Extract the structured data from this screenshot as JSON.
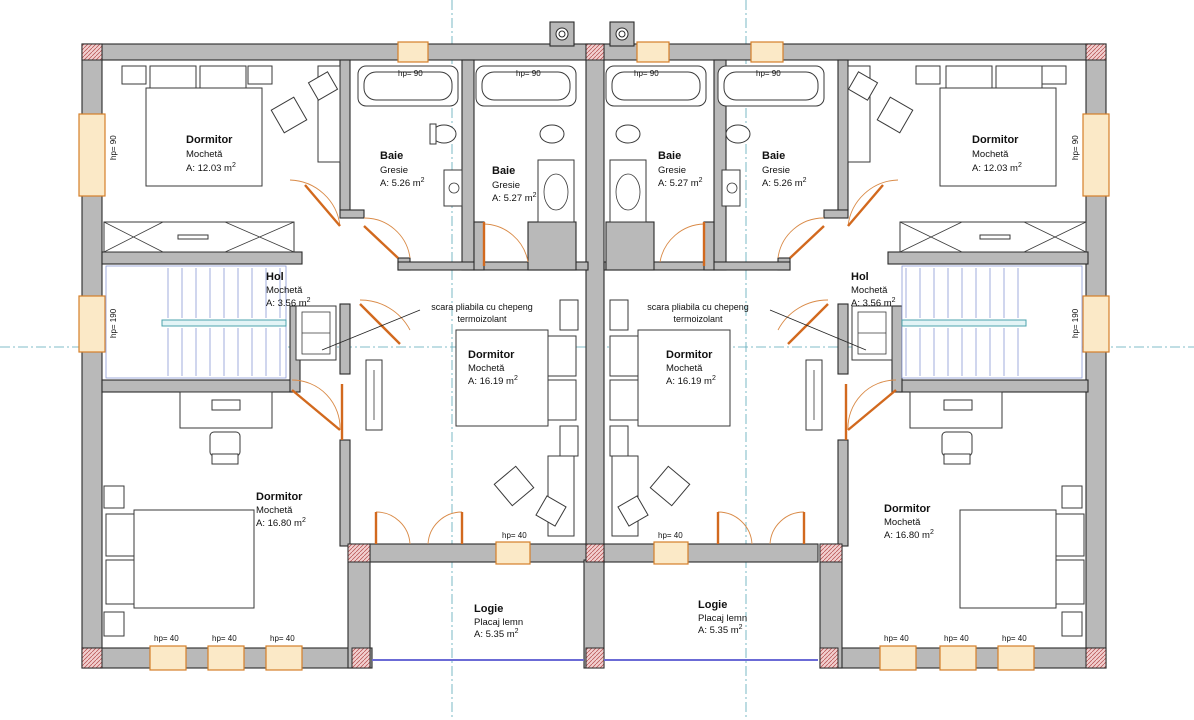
{
  "rooms": {
    "dormitor_nw": {
      "name": "Dormitor",
      "finish": "Mochetă",
      "area": "A: 12.03 m"
    },
    "baie_1": {
      "name": "Baie",
      "finish": "Gresie",
      "area": "A: 5.26 m"
    },
    "baie_2": {
      "name": "Baie",
      "finish": "Gresie",
      "area": "A: 5.27 m"
    },
    "baie_3": {
      "name": "Baie",
      "finish": "Gresie",
      "area": "A: 5.27 m"
    },
    "baie_4": {
      "name": "Baie",
      "finish": "Gresie",
      "area": "A: 5.26 m"
    },
    "dormitor_ne": {
      "name": "Dormitor",
      "finish": "Mochetă",
      "area": "A: 12.03 m"
    },
    "hol_w": {
      "name": "Hol",
      "finish": "Mochetă",
      "area": "A: 3.56 m"
    },
    "hol_e": {
      "name": "Hol",
      "finish": "Mochetă",
      "area": "A: 3.56 m"
    },
    "dormitor_cw": {
      "name": "Dormitor",
      "finish": "Mochetă",
      "area": "A: 16.19 m"
    },
    "dormitor_ce": {
      "name": "Dormitor",
      "finish": "Mochetă",
      "area": "A: 16.19 m"
    },
    "dormitor_sw": {
      "name": "Dormitor",
      "finish": "Mochetă",
      "area": "A: 16.80 m"
    },
    "dormitor_se": {
      "name": "Dormitor",
      "finish": "Mochetă",
      "area": "A: 16.80 m"
    },
    "logie_w": {
      "name": "Logie",
      "finish": "Placaj lemn",
      "area": "A: 5.35 m"
    },
    "logie_e": {
      "name": "Logie",
      "finish": "Placaj lemn",
      "area": "A: 5.35 m"
    }
  },
  "superscript": "2",
  "notes": {
    "stair_w_line1": "scara pliabila cu chepeng",
    "stair_w_line2": "termoizolant",
    "stair_e_line1": "scara pliabila cu chepeng",
    "stair_e_line2": "termoizolant"
  },
  "sill_heights": {
    "bath_w1": "hp= 90",
    "bath_w2": "hp= 90",
    "bath_e1": "hp= 90",
    "bath_e2": "hp= 90",
    "west_upper": "hp= 90",
    "west_hol": "hp= 190",
    "east_upper": "hp= 90",
    "east_hol": "hp= 190",
    "center_w": "hp= 40",
    "center_e": "hp= 40",
    "sw_1": "hp= 40",
    "sw_2": "hp= 40",
    "sw_3": "hp= 40",
    "se_1": "hp= 40",
    "se_2": "hp= 40",
    "se_3": "hp= 40"
  },
  "colors": {
    "wall": "#b9b9b9",
    "window": "#d47f2a",
    "door": "#d2691e",
    "axis": "#5aa9b8",
    "stair": "#8a9ad6"
  }
}
